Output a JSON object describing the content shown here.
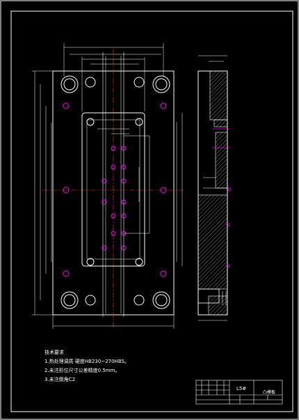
{
  "drawing": {
    "colors": {
      "background": "#000000",
      "line": "#ffffff",
      "hatch": "#808080",
      "hole": "#ff00ff",
      "center": "#ff3030",
      "dimension": "#ffffff"
    },
    "title_block": {
      "part_code": "L5#",
      "part_name": "凸模板"
    },
    "technical_notes": {
      "heading": "技术要求",
      "items": [
        "1.热处理调质 硬度HB230~270HBS。",
        "2.未注形位尺寸公差精度0.5mm。",
        "3.未注倒角C2"
      ]
    }
  }
}
